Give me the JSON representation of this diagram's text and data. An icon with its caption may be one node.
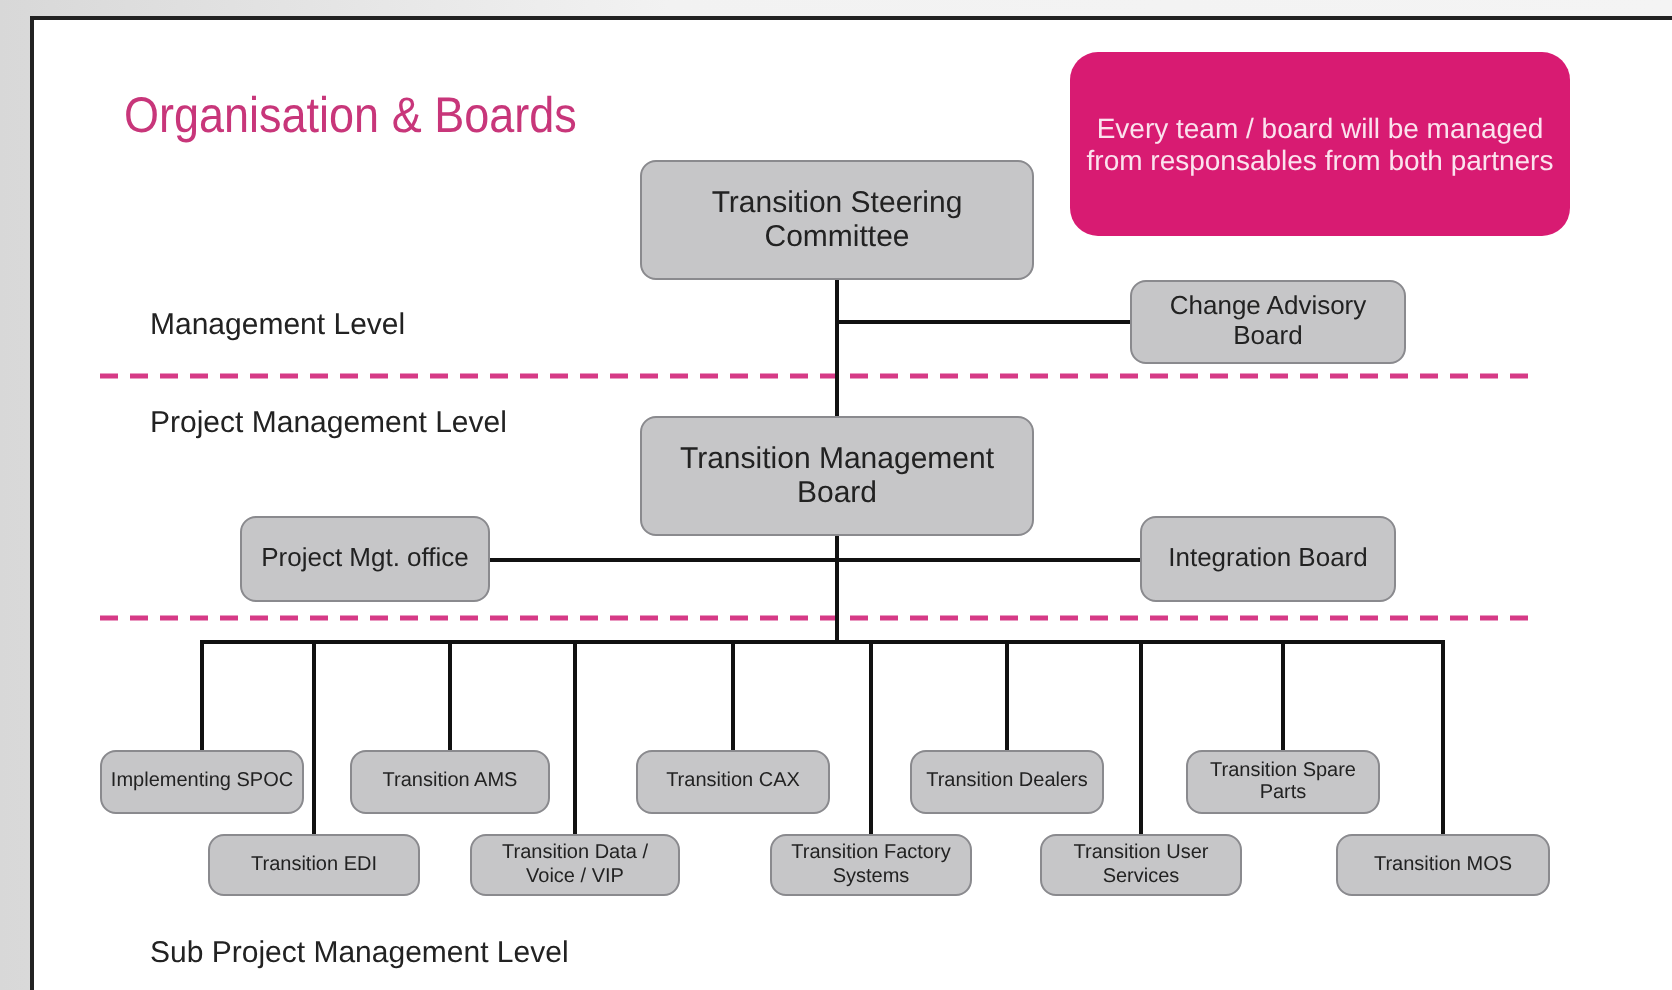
{
  "diagram": {
    "title": "Organisation & Boards",
    "nodes": [
      {
        "text": [
          "Transition Steering Committee"
        ]
      },
      {
        "text": [
          "Change Advisory Board"
        ]
      },
      {
        "text": [
          "Transition Management Board"
        ]
      },
      {
        "text": [
          "Project Mgt. office"
        ]
      },
      {
        "text": [
          "Integration Board"
        ]
      },
      {
        "text": [
          "Every team / board will be managed from responsables from both partners"
        ]
      },
      {
        "text": [
          "Implementing SPOC"
        ]
      },
      {
        "text": [
          "Transition EDI"
        ]
      },
      {
        "text": [
          "Transition AMS"
        ]
      },
      {
        "text": [
          "Transition Data / Voice / VIP"
        ]
      },
      {
        "text": [
          "Transition CAX"
        ]
      },
      {
        "text": [
          "Transition Factory Systems"
        ]
      },
      {
        "text": [
          "Transition Dealers"
        ]
      },
      {
        "text": [
          "Transition User Services"
        ]
      },
      {
        "text": [
          "Transition Spare Parts"
        ]
      },
      {
        "text": [
          "Transition MOS"
        ]
      }
    ],
    "edges": [
      {
        "from": 0,
        "to": 1,
        "arrow": "none"
      },
      {
        "from": 0,
        "to": 2,
        "arrow": "none"
      },
      {
        "from": 2,
        "to": 3,
        "arrow": "none"
      },
      {
        "from": 2,
        "to": 4,
        "arrow": "none"
      },
      {
        "from": 2,
        "to": 6,
        "arrow": "none"
      },
      {
        "from": 2,
        "to": 7,
        "arrow": "none"
      },
      {
        "from": 2,
        "to": 8,
        "arrow": "none"
      },
      {
        "from": 2,
        "to": 9,
        "arrow": "none"
      },
      {
        "from": 2,
        "to": 10,
        "arrow": "none"
      },
      {
        "from": 2,
        "to": 11,
        "arrow": "none"
      },
      {
        "from": 2,
        "to": 12,
        "arrow": "none"
      },
      {
        "from": 2,
        "to": 13,
        "arrow": "none"
      },
      {
        "from": 2,
        "to": 14,
        "arrow": "none"
      },
      {
        "from": 2,
        "to": 15,
        "arrow": "none"
      }
    ],
    "labels": [
      "Management Level",
      "Project Management Level",
      "Sub Project Management Level"
    ]
  }
}
